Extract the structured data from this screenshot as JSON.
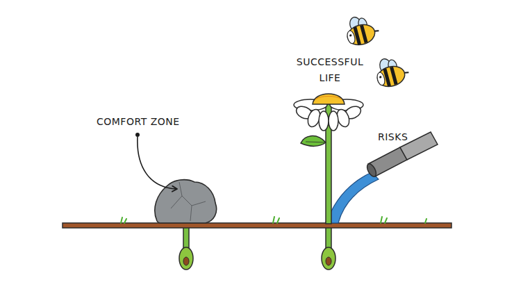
{
  "diagram": {
    "labels": [
      "COMFORT ZONE",
      "SUCCESSFUL LIFE",
      "RISKS"
    ]
  }
}
